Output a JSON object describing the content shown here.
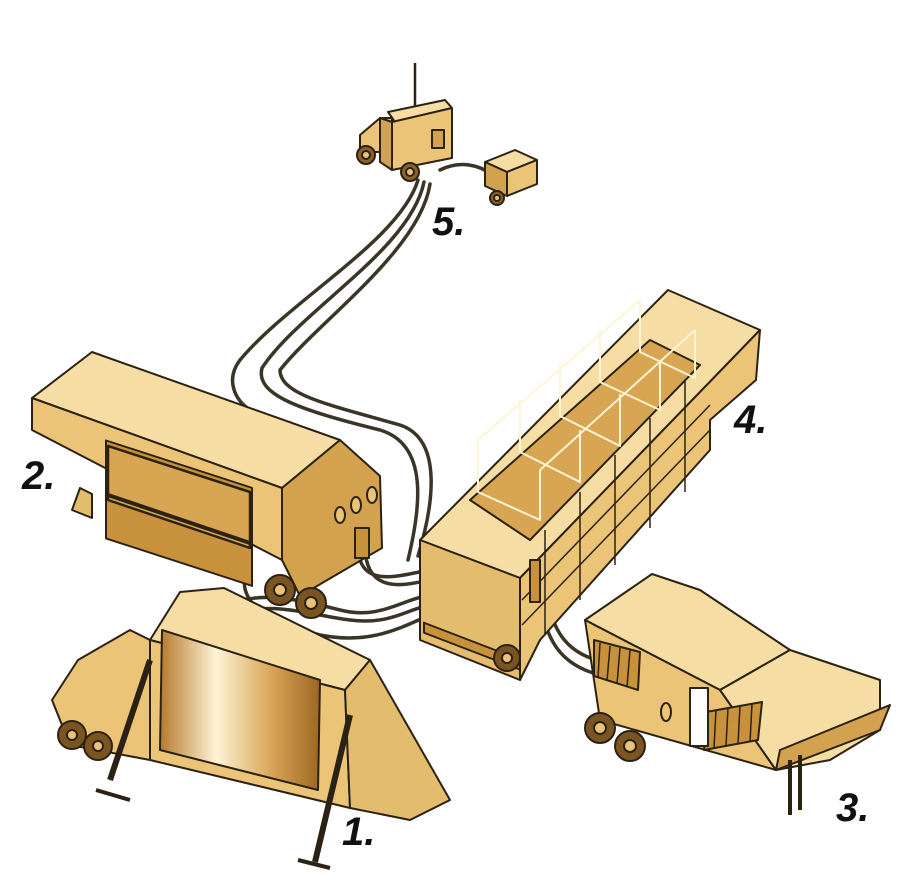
{
  "labels": {
    "unit1": "1.",
    "unit2": "2.",
    "unit3": "3.",
    "unit4": "4.",
    "unit5": "5."
  },
  "colors": {
    "body_light": "#F6DDA4",
    "body_mid": "#EBC478",
    "body_dark": "#D3A24F",
    "panel": "#C8913B",
    "outline": "#2C2213",
    "cable": "#3A3527",
    "background": "#FFFFFF"
  },
  "icons": [
    "radar-antenna-icon",
    "control-truck-icon",
    "generator-trailer-icon"
  ]
}
